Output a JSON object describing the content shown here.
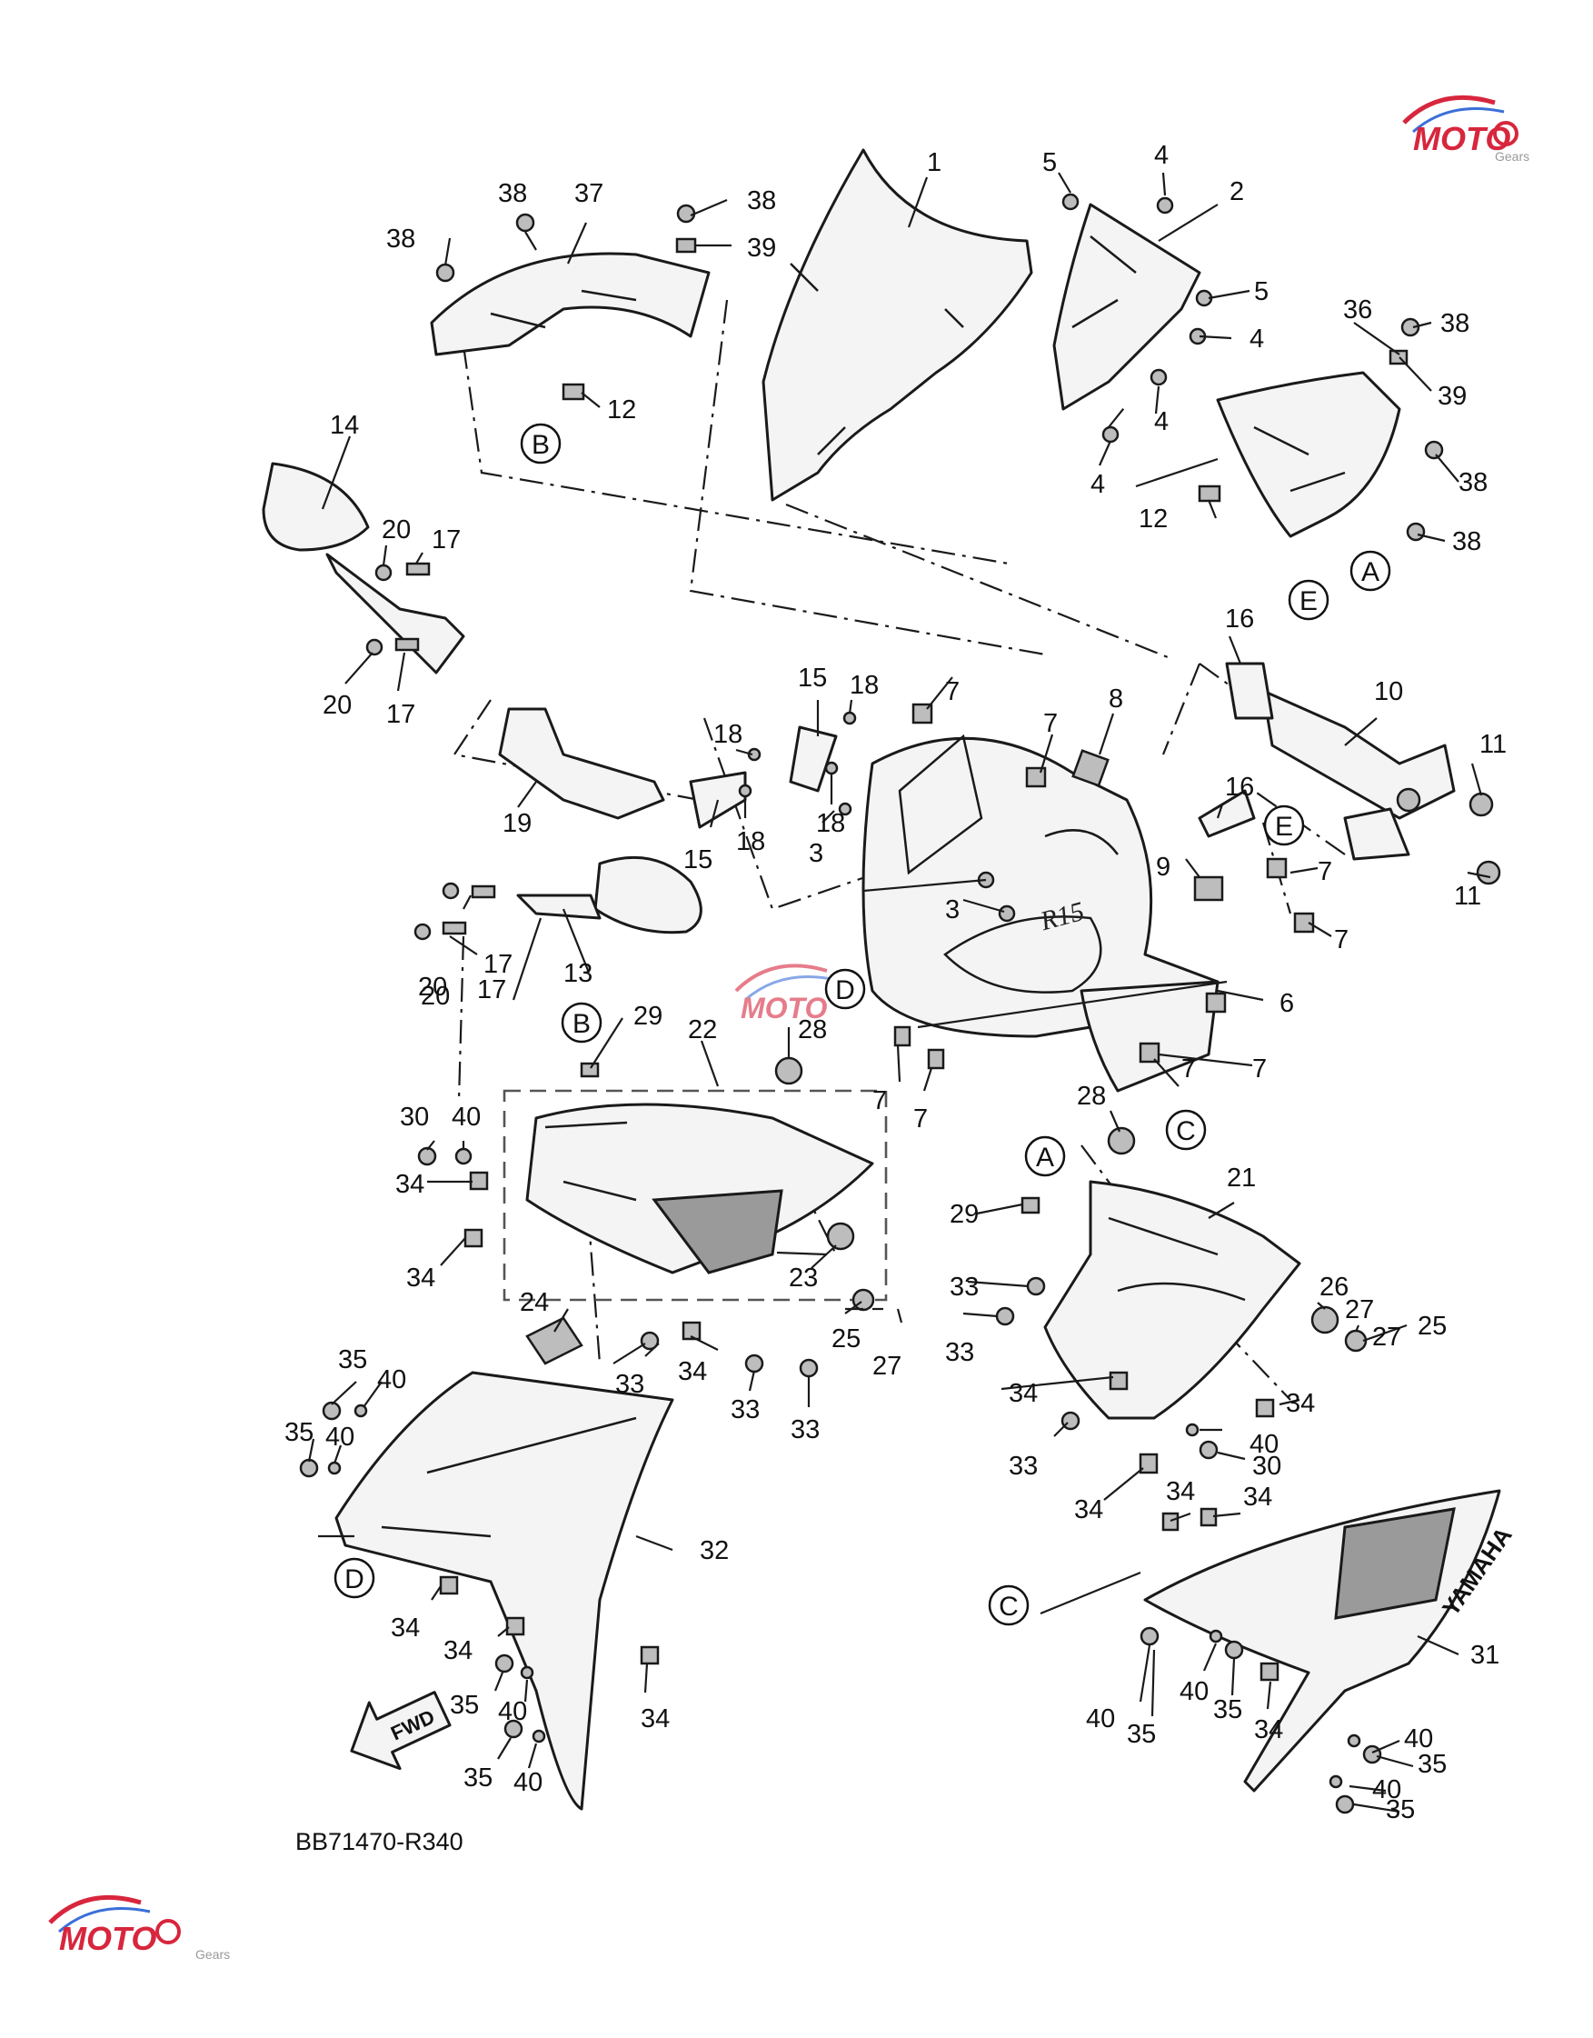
{
  "diagram_code": "BB71470-R340",
  "fwd_label": "FWD",
  "brand_badge": "YAMAHA",
  "model_badge": "R15",
  "watermark": {
    "text": "MOTO",
    "subtext": "Gears"
  },
  "ref_letters": {
    "A": "A",
    "B": "B",
    "C": "C",
    "D": "D",
    "E": "E"
  },
  "labels": [
    "1",
    "2",
    "3",
    "4",
    "5",
    "6",
    "7",
    "8",
    "9",
    "10",
    "11",
    "12",
    "13",
    "14",
    "15",
    "16",
    "17",
    "18",
    "19",
    "20",
    "21",
    "22",
    "23",
    "24",
    "25",
    "26",
    "27",
    "28",
    "29",
    "30",
    "31",
    "32",
    "33",
    "34",
    "35",
    "36",
    "37",
    "38",
    "39",
    "40"
  ]
}
